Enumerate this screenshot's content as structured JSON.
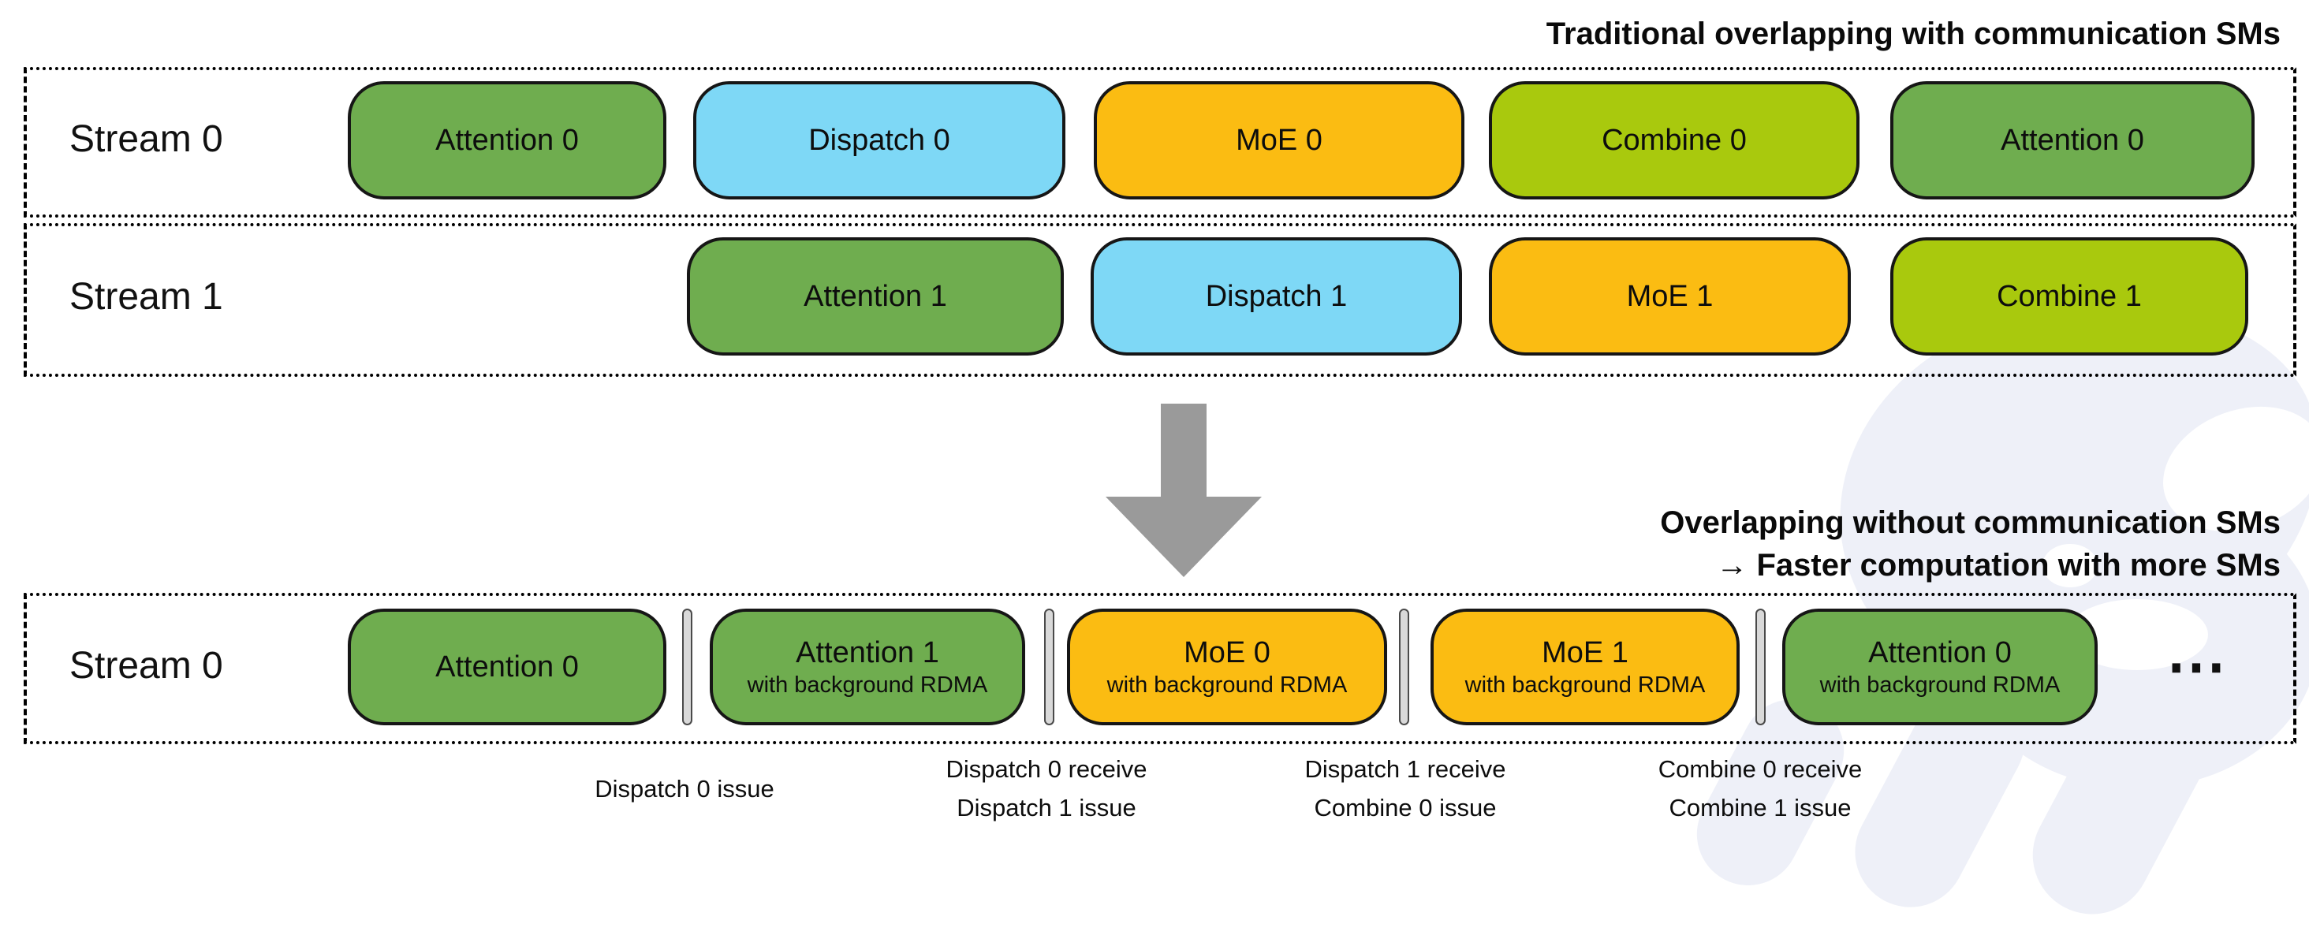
{
  "palette": {
    "green": "#6fad4f",
    "blue": "#7ed8f6",
    "orange": "#fbbc12",
    "lime": "#a9c90d",
    "separator_gray": "#d9d9d9",
    "arrow_gray": "#9a9a9a",
    "watermark_lavender": "#eef0f8",
    "border_black": "#161616"
  },
  "top_section": {
    "title": "Traditional overlapping with communication SMs",
    "stream0": {
      "label": "Stream 0",
      "blocks": [
        {
          "label": "Attention 0",
          "color": "green"
        },
        {
          "label": "Dispatch 0",
          "color": "blue"
        },
        {
          "label": "MoE 0",
          "color": "orange"
        },
        {
          "label": "Combine 0",
          "color": "lime"
        },
        {
          "label": "Attention 0",
          "color": "green"
        }
      ]
    },
    "stream1": {
      "label": "Stream 1",
      "blocks": [
        {
          "label": "Attention 1",
          "color": "green"
        },
        {
          "label": "Dispatch 1",
          "color": "blue"
        },
        {
          "label": "MoE 1",
          "color": "orange"
        },
        {
          "label": "Combine 1",
          "color": "lime"
        }
      ]
    }
  },
  "bottom_section": {
    "title_line1": "Overlapping without communication SMs",
    "title_line2": "→ Faster computation with more SMs",
    "stream0": {
      "label": "Stream 0",
      "blocks": [
        {
          "label": "Attention 0",
          "color": "green"
        },
        {
          "label": "Attention 1",
          "sublabel": "with background RDMA",
          "color": "green"
        },
        {
          "label": "MoE 0",
          "sublabel": "with background RDMA",
          "color": "orange"
        },
        {
          "label": "MoE 1",
          "sublabel": "with background RDMA",
          "color": "orange"
        },
        {
          "label": "Attention 0",
          "sublabel": "with background RDMA",
          "color": "green"
        }
      ],
      "ellipsis": "⋯"
    },
    "annotations": [
      {
        "lines": [
          "Dispatch 0 issue"
        ]
      },
      {
        "lines": [
          "Dispatch 0 receive",
          "Dispatch 1 issue"
        ]
      },
      {
        "lines": [
          "Dispatch 1 receive",
          "Combine 0 issue"
        ]
      },
      {
        "lines": [
          "Combine 0 receive",
          "Combine 1 issue"
        ]
      }
    ]
  }
}
